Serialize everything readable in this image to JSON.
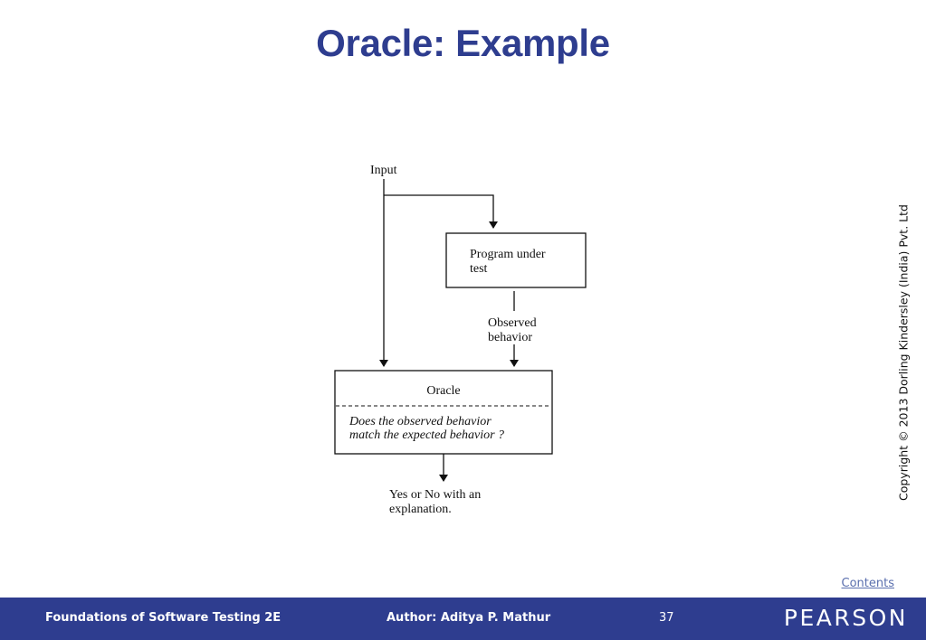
{
  "title": "Oracle: Example",
  "diagram": {
    "input_label": "Input",
    "program_box": {
      "line1": "Program under",
      "line2": "test"
    },
    "observed_label": {
      "line1": "Observed",
      "line2": "behavior"
    },
    "oracle_box": {
      "title": "Oracle",
      "question_line1": "Does the observed behavior",
      "question_line2": "match the expected behavior ?"
    },
    "output_label": {
      "line1": "Yes or No with an",
      "line2": "explanation."
    }
  },
  "copyright": "Copyright © 2013 Dorling Kindersley (India) Pvt. Ltd",
  "contents_link": "Contents",
  "footer": {
    "book": "Foundations of Software Testing 2E",
    "author": "Author: Aditya P. Mathur",
    "page": "37",
    "logo": "PEARSON"
  },
  "colors": {
    "brand_blue": "#2e3d8f",
    "link": "#5a6fae",
    "text": "#111111"
  }
}
